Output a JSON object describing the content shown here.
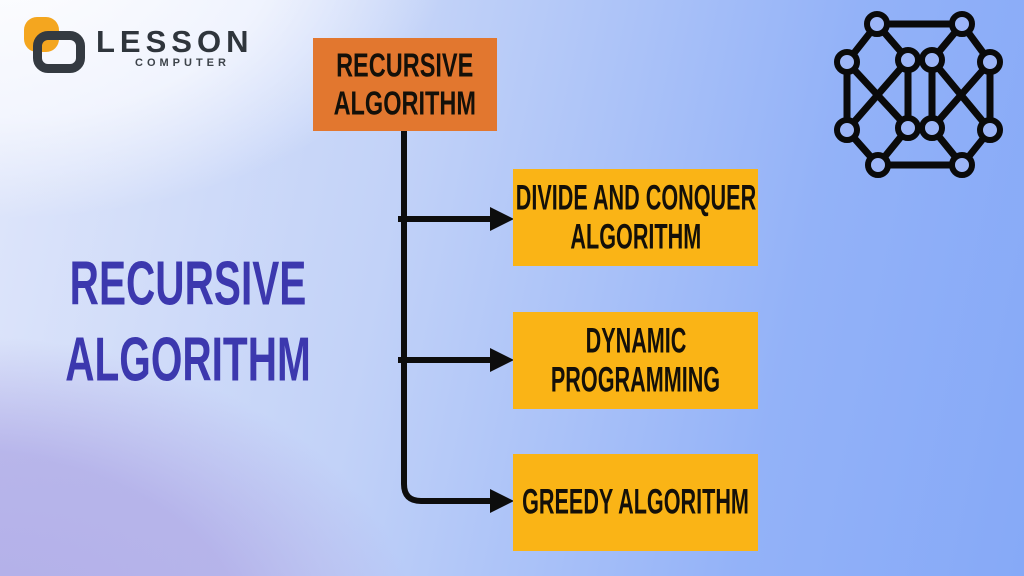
{
  "logo": {
    "name": "LESSON",
    "subtitle": "COMPUTER",
    "mark_icon": "overlapping-rounded-squares-icon"
  },
  "side_title": {
    "lines": [
      "RECURSIVE",
      "ALGORITHM"
    ]
  },
  "flowchart": {
    "root": {
      "lines": [
        "RECURSIVE",
        "ALGORITHM"
      ]
    },
    "children": [
      {
        "lines": [
          "DIVIDE AND CONQUER",
          "ALGORITHM"
        ]
      },
      {
        "lines": [
          "DYNAMIC",
          "PROGRAMMING"
        ]
      },
      {
        "lines": [
          "GREEDY ALGORITHM"
        ]
      }
    ]
  },
  "icons": {
    "top_right": "network-graph-icon",
    "logo_mark": "lesson-logo-mark-icon"
  },
  "colors": {
    "root_box": "#E2772F",
    "child_box": "#FAB416",
    "box_text": "#141009",
    "side_title": "#3C38AE",
    "connector": "#0D0D0D",
    "logo_dark": "#343A41",
    "logo_orange": "#F4A61F",
    "background_right": "#86A9F7",
    "background_bottom_left": "#B2AEE8",
    "background_top_left": "#FDFDFF"
  }
}
